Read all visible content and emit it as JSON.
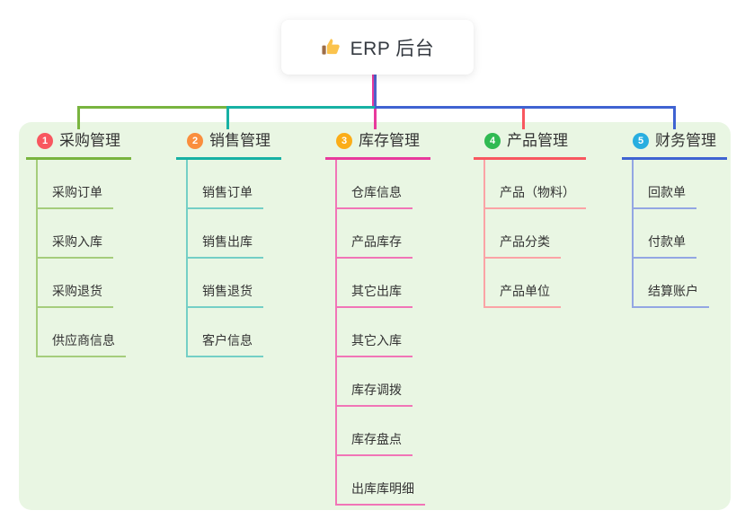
{
  "root": {
    "title": "ERP 后台",
    "icon": "thumbs-up"
  },
  "colors": {
    "page_bg": "#ffffff",
    "panel_bg": "#e9f6e3",
    "root_line": "#4e61c9",
    "text": "#333333"
  },
  "branches": [
    {
      "index": "1",
      "title": "采购管理",
      "badge_color": "#f8575f",
      "line_color": "#79b43f",
      "child_line_color": "#a5cd7c",
      "children": [
        "采购订单",
        "采购入库",
        "采购退货",
        "供应商信息"
      ]
    },
    {
      "index": "2",
      "title": "销售管理",
      "badge_color": "#fa8e3d",
      "line_color": "#17b1a4",
      "child_line_color": "#74cfc6",
      "children": [
        "销售订单",
        "销售出库",
        "销售退货",
        "客户信息"
      ]
    },
    {
      "index": "3",
      "title": "库存管理",
      "badge_color": "#fbad18",
      "line_color": "#e83a9c",
      "child_line_color": "#f175b7",
      "children": [
        "仓库信息",
        "产品库存",
        "其它出库",
        "其它入库",
        "库存调拨",
        "库存盘点",
        "出库库明细"
      ]
    },
    {
      "index": "4",
      "title": "产品管理",
      "badge_color": "#30ba52",
      "line_color": "#f8575f",
      "child_line_color": "#fba3a6",
      "children": [
        "产品（物料）",
        "产品分类",
        "产品单位"
      ]
    },
    {
      "index": "5",
      "title": "财务管理",
      "badge_color": "#28aee0",
      "line_color": "#3f63d2",
      "child_line_color": "#93a6e3",
      "children": [
        "回款单",
        "付款单",
        "结算账户"
      ]
    }
  ]
}
